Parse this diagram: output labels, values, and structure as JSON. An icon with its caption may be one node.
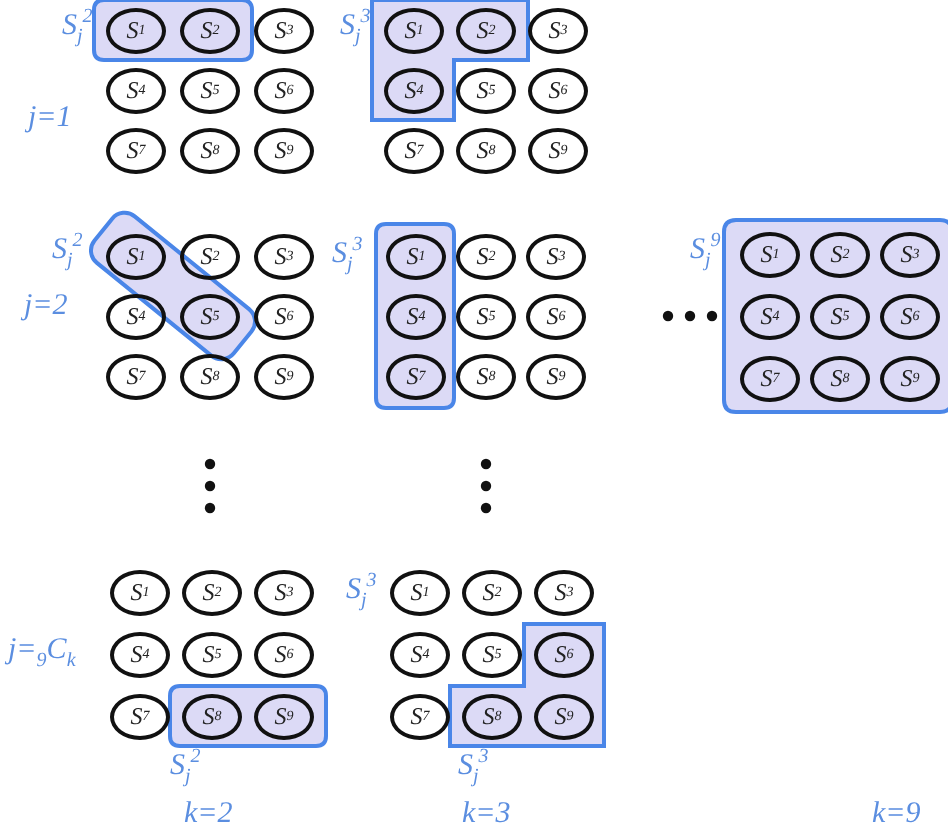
{
  "diagram": {
    "nodes": [
      {
        "text": [
          "S$^{1}$"
        ]
      },
      {
        "text": [
          "S$^{2}$"
        ]
      },
      {
        "text": [
          "S$^{3}$"
        ]
      },
      {
        "text": [
          "S$^{4}$"
        ]
      },
      {
        "text": [
          "S$^{5}$"
        ]
      },
      {
        "text": [
          "S$^{6}$"
        ]
      },
      {
        "text": [
          "S$^{7}$"
        ]
      },
      {
        "text": [
          "S$^{8}$"
        ]
      },
      {
        "text": [
          "S$^{9}$"
        ]
      },
      {
        "text": [
          "S$^{1}$"
        ]
      },
      {
        "text": [
          "S$^{2}$"
        ]
      },
      {
        "text": [
          "S$^{3}$"
        ]
      },
      {
        "text": [
          "S$^{4}$"
        ]
      },
      {
        "text": [
          "S$^{5}$"
        ]
      },
      {
        "text": [
          "S$^{6}$"
        ]
      },
      {
        "text": [
          "S$^{7}$"
        ]
      },
      {
        "text": [
          "S$^{8}$"
        ]
      },
      {
        "text": [
          "S$^{9}$"
        ]
      },
      {
        "text": [
          "S$^{1}$"
        ]
      },
      {
        "text": [
          "S$^{2}$"
        ]
      },
      {
        "text": [
          "S$^{3}$"
        ]
      },
      {
        "text": [
          "S$^{4}$"
        ]
      },
      {
        "text": [
          "S$^{5}$"
        ]
      },
      {
        "text": [
          "S$^{6}$"
        ]
      },
      {
        "text": [
          "S$^{7}$"
        ]
      },
      {
        "text": [
          "S$^{8}$"
        ]
      },
      {
        "text": [
          "S$^{9}$"
        ]
      },
      {
        "text": [
          "S$^{1}$"
        ]
      },
      {
        "text": [
          "S$^{2}$"
        ]
      },
      {
        "text": [
          "S$^{3}$"
        ]
      },
      {
        "text": [
          "S$^{4}$"
        ]
      },
      {
        "text": [
          "S$^{5}$"
        ]
      },
      {
        "text": [
          "S$^{6}$"
        ]
      },
      {
        "text": [
          "S$^{7}$"
        ]
      },
      {
        "text": [
          "S$^{8}$"
        ]
      },
      {
        "text": [
          "S$^{9}$"
        ]
      },
      {
        "text": [
          "S$^{1}$"
        ]
      },
      {
        "text": [
          "S$^{2}$"
        ]
      },
      {
        "text": [
          "S$^{3}$"
        ]
      },
      {
        "text": [
          "S$^{4}$"
        ]
      },
      {
        "text": [
          "S$^{5}$"
        ]
      },
      {
        "text": [
          "S$^{6}$"
        ]
      },
      {
        "text": [
          "S$^{7}$"
        ]
      },
      {
        "text": [
          "S$^{8}$"
        ]
      },
      {
        "text": [
          "S$^{9}$"
        ]
      },
      {
        "text": [
          "S$^{1}$"
        ]
      },
      {
        "text": [
          "S$^{2}$"
        ]
      },
      {
        "text": [
          "S$^{3}$"
        ]
      },
      {
        "text": [
          "S$^{4}$"
        ]
      },
      {
        "text": [
          "S$^{5}$"
        ]
      },
      {
        "text": [
          "S$^{6}$"
        ]
      },
      {
        "text": [
          "S$^{7}$"
        ]
      },
      {
        "text": [
          "S$^{8}$"
        ]
      },
      {
        "text": [
          "S$^{9}$"
        ]
      },
      {
        "text": [
          "S$^{1}$"
        ]
      },
      {
        "text": [
          "S$^{2}$"
        ]
      },
      {
        "text": [
          "S$^{3}$"
        ]
      },
      {
        "text": [
          "S$^{4}$"
        ]
      },
      {
        "text": [
          "S$^{5}$"
        ]
      },
      {
        "text": [
          "S$^{6}$"
        ]
      },
      {
        "text": [
          "S$^{7}$"
        ]
      },
      {
        "text": [
          "S$^{8}$"
        ]
      },
      {
        "text": [
          "S$^{9}$"
        ]
      }
    ],
    "labels": [
      "S$_{j}$$^{2}$",
      "S$_{j}$$^{3}$",
      "j=1",
      "S$_{j}$$^{2}$",
      "S$_{j}$$^{3}$",
      "S$_{j}$$^{9}$",
      "j=2",
      "j=$_{9}$C$_{k}$",
      "S$_{j}$$^{3}$",
      "S$_{j}$$^{2}$",
      "S$_{j}$$^{3}$",
      "k=2",
      "k=3",
      "k=9"
    ]
  }
}
